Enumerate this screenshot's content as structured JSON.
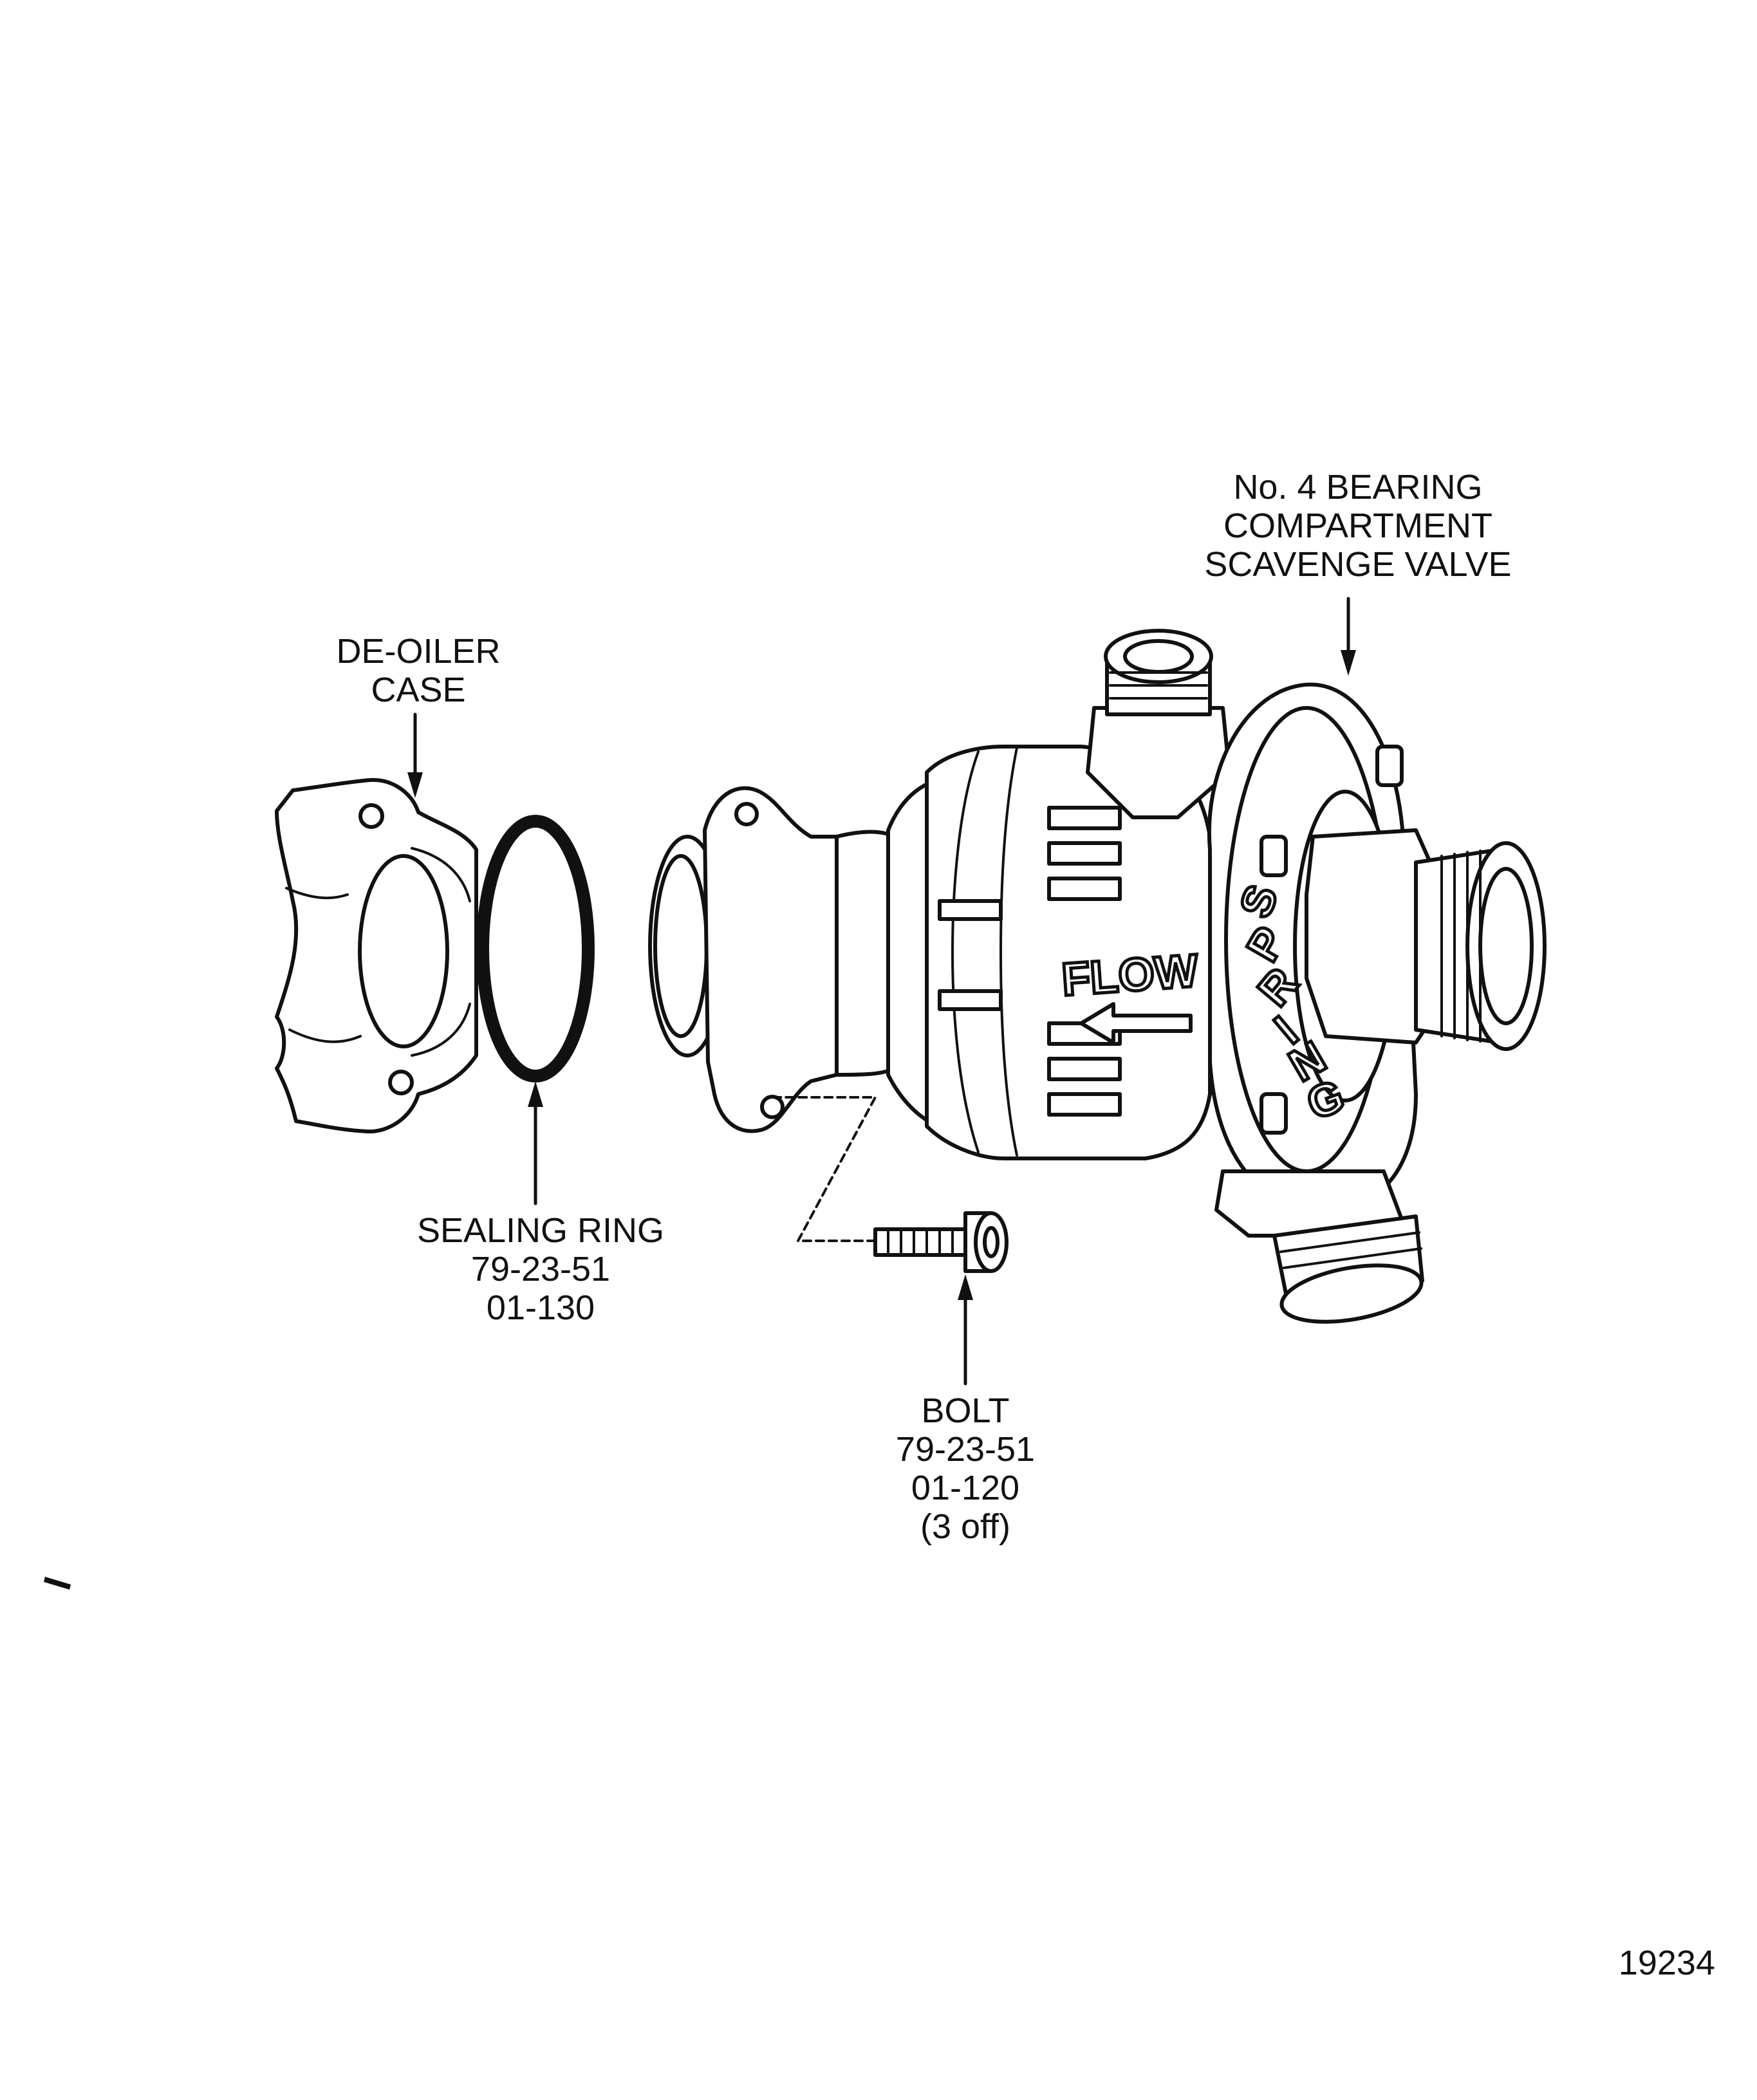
{
  "labels": {
    "de_oiler": [
      "DE-OILER",
      "CASE"
    ],
    "valve": [
      "No. 4 BEARING",
      "COMPARTMENT",
      "SCAVENGE VALVE"
    ],
    "sealing_ring": [
      "SEALING RING",
      "79-23-51",
      "01-130"
    ],
    "bolt": [
      "BOLT",
      "79-23-51",
      "01-120",
      "(3 off)"
    ]
  },
  "markings": {
    "flow": "FLOW",
    "spring": [
      "S",
      "P",
      "R",
      "I",
      "N",
      "G"
    ]
  },
  "figure_number": "19234"
}
